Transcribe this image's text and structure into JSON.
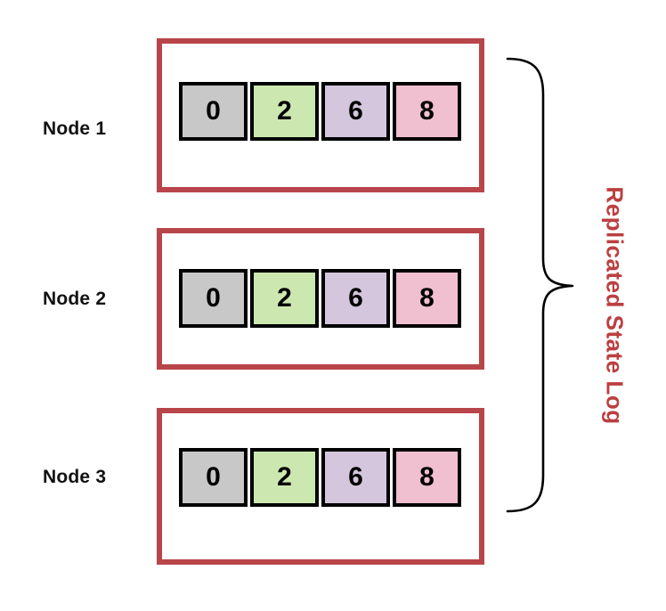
{
  "figure": {
    "background_color": "#ffffff",
    "side_caption": "Replicated State Log",
    "side_caption_color": "#bc3f40",
    "node_box_border_color": "#b8454a",
    "cell_border_color": "#000000",
    "brace_color": "#000000"
  },
  "legend_colors": {
    "entry_0_fill": "#c8c8c8",
    "entry_2_fill": "#cce8b0",
    "entry_6_fill": "#d4c7dd",
    "entry_8_fill": "#f0bfd0"
  },
  "nodes": [
    {
      "label": "Node 1",
      "entries": [
        {
          "value": "0",
          "fill": "#c8c8c8"
        },
        {
          "value": "2",
          "fill": "#cce8b0"
        },
        {
          "value": "6",
          "fill": "#d4c7dd"
        },
        {
          "value": "8",
          "fill": "#f0bfd0"
        }
      ]
    },
    {
      "label": "Node 2",
      "entries": [
        {
          "value": "0",
          "fill": "#c8c8c8"
        },
        {
          "value": "2",
          "fill": "#cce8b0"
        },
        {
          "value": "6",
          "fill": "#d4c7dd"
        },
        {
          "value": "8",
          "fill": "#f0bfd0"
        }
      ]
    },
    {
      "label": "Node 3",
      "entries": [
        {
          "value": "0",
          "fill": "#c8c8c8"
        },
        {
          "value": "2",
          "fill": "#cce8b0"
        },
        {
          "value": "6",
          "fill": "#d4c7dd"
        },
        {
          "value": "8",
          "fill": "#f0bfd0"
        }
      ]
    }
  ]
}
